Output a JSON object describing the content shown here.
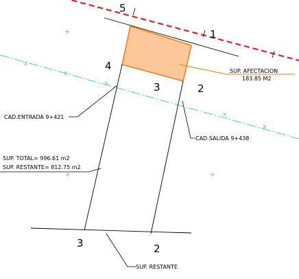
{
  "vertex_labels": {
    "v5": "5",
    "v1": "1",
    "v4": "4",
    "v3_top": "3",
    "v2_top": "2",
    "v3_bottom": "3",
    "v2_bottom": "2"
  },
  "annotations": {
    "cad_entrada": "CAD.ENTRADA 9+421",
    "cad_salida": "CAD.SALIDA 9+438",
    "sup_total": "SUP. TOTAL= 996.61 m2",
    "sup_restante_value": "SUP. RESTANTE= 812.75 m2",
    "sup_afectacion_title": "SUP. AFECTACION",
    "sup_afectacion_value": "183.85 M2",
    "sup_restante_label": "SUP. RESTANTE"
  },
  "axis_marker": "x",
  "colors": {
    "boundary_line": "#e0202a",
    "axis_line": "#55c8cf",
    "affected_fill": "#fcc89a",
    "affected_edge": "#f07a1a",
    "leader": "#000000"
  }
}
